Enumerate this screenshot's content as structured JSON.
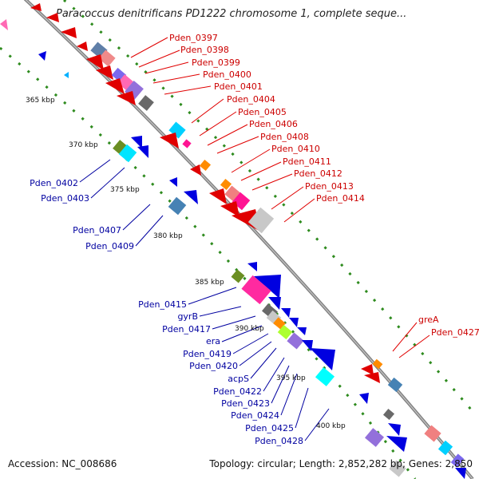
{
  "title": "Paracoccus denitrificans PD1222 chromosome 1, complete seque...",
  "accession": "Accession: NC_008686",
  "summary": "Topology: circular; Length: 2,852,282 bp; Genes: 2,850",
  "colors": {
    "forward_label": "#cc0000",
    "reverse_label": "#0000a0",
    "backbone": "#808080",
    "tick_mark": "#2e7d1e",
    "forward_gene": "#ff0000",
    "reverse_gene": "#0000e0"
  },
  "scale_ticks": [
    "365 kbp",
    "370 kbp",
    "375 kbp",
    "380 kbp",
    "385 kbp",
    "390 kbp",
    "395 kbp",
    "400 kbp"
  ],
  "forward_labels": [
    "Pden_0397",
    "Pden_0398",
    "Pden_0399",
    "Pden_0400",
    "Pden_0401",
    "Pden_0404",
    "Pden_0405",
    "Pden_0406",
    "Pden_0408",
    "Pden_0410",
    "Pden_0411",
    "Pden_0412",
    "Pden_0413",
    "Pden_0414",
    "greA",
    "Pden_0427"
  ],
  "reverse_labels": [
    "Pden_0402",
    "Pden_0403",
    "Pden_0407",
    "Pden_0409",
    "Pden_0415",
    "gyrB",
    "Pden_0417",
    "era",
    "Pden_0419",
    "Pden_0420",
    "acpS",
    "Pden_0422",
    "Pden_0423",
    "Pden_0424",
    "Pden_0425",
    "Pden_0428"
  ]
}
